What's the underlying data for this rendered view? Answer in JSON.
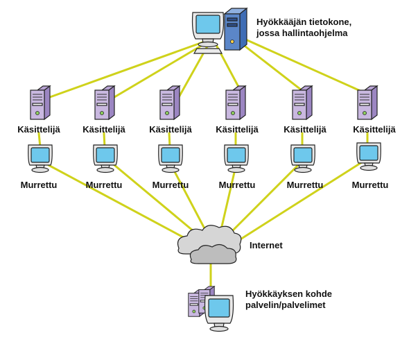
{
  "attacker": {
    "label_line1": "Hyökkääjän tietokone,",
    "label_line2": "jossa hallintaohjelma"
  },
  "handlers": [
    {
      "label": "Käsittelijä"
    },
    {
      "label": "Käsittelijä"
    },
    {
      "label": "Käsittelijä"
    },
    {
      "label": "Käsittelijä"
    },
    {
      "label": "Käsittelijä"
    },
    {
      "label": "Käsittelijä"
    }
  ],
  "zombies": [
    {
      "label": "Murrettu"
    },
    {
      "label": "Murrettu"
    },
    {
      "label": "Murrettu"
    },
    {
      "label": "Murrettu"
    },
    {
      "label": "Murrettu"
    },
    {
      "label": "Murrettu"
    }
  ],
  "internet": {
    "label": "Internet"
  },
  "target": {
    "label_line1": "Hyökkäyksen kohde",
    "label_line2": "palvelin/palvelimet"
  },
  "colors": {
    "link": "#cfd21b",
    "tower_purple": "#c9b8e0",
    "tower_blue": "#5b86c8",
    "screen": "#6ec8ec",
    "monitor_body": "#e9e9e9",
    "cloud": "#c8c8c8"
  }
}
